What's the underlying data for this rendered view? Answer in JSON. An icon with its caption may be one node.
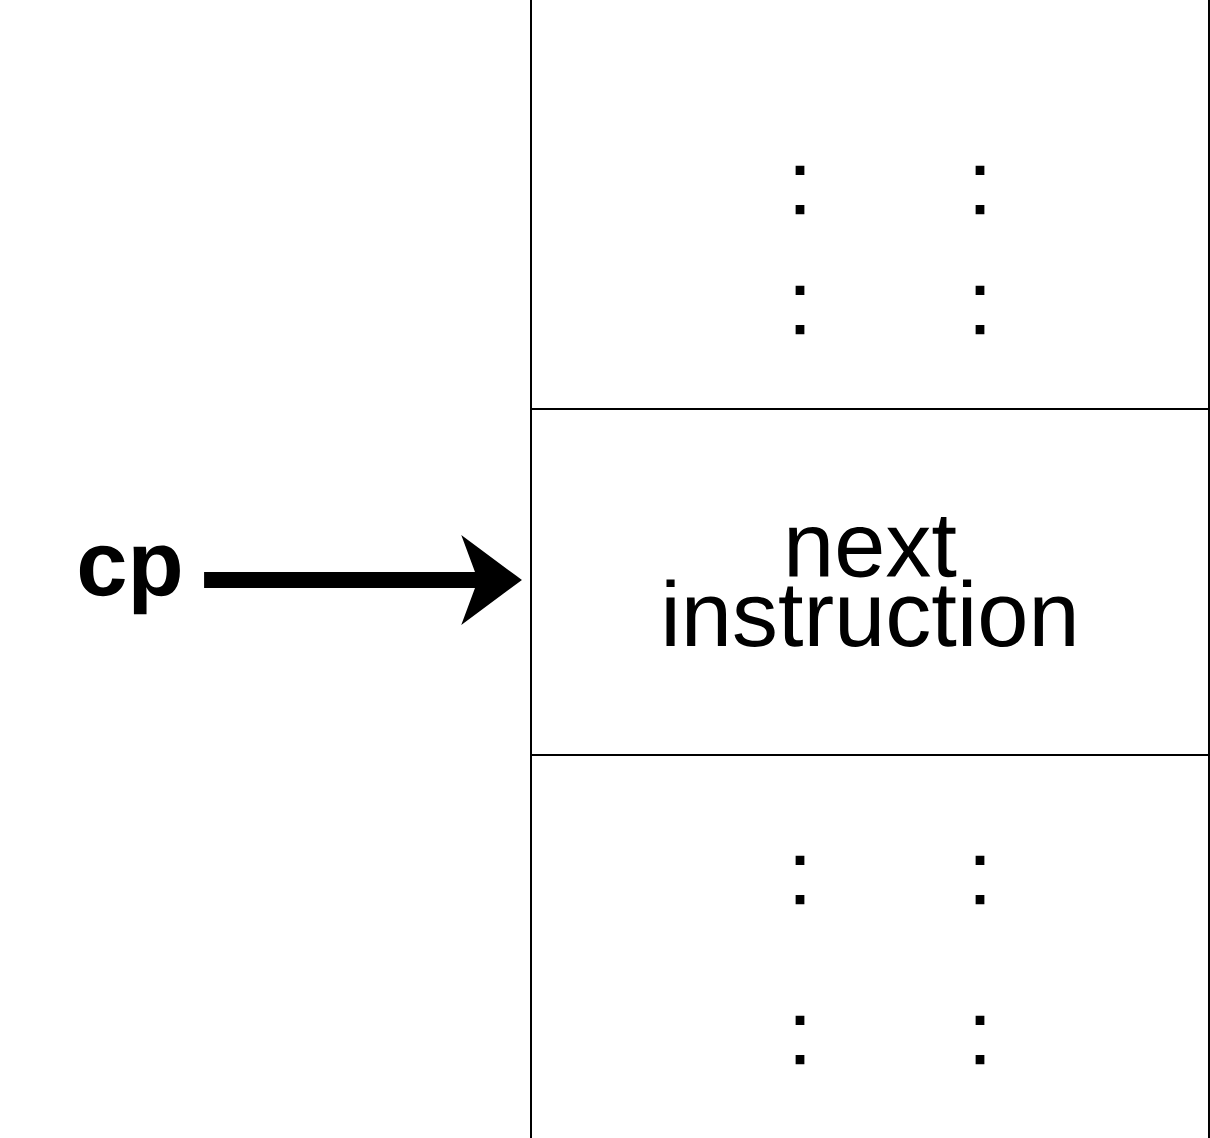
{
  "diagram": {
    "nodes": [
      {
        "text": [
          "cp"
        ]
      },
      {
        "text": [
          ":",
          ":",
          ":",
          ":"
        ]
      },
      {
        "text": [
          "next instruction"
        ]
      },
      {
        "text": [
          ":",
          ":",
          ":",
          ":"
        ]
      }
    ],
    "edges": [
      {
        "from": 0,
        "to": 2,
        "arrow": "to"
      }
    ]
  }
}
